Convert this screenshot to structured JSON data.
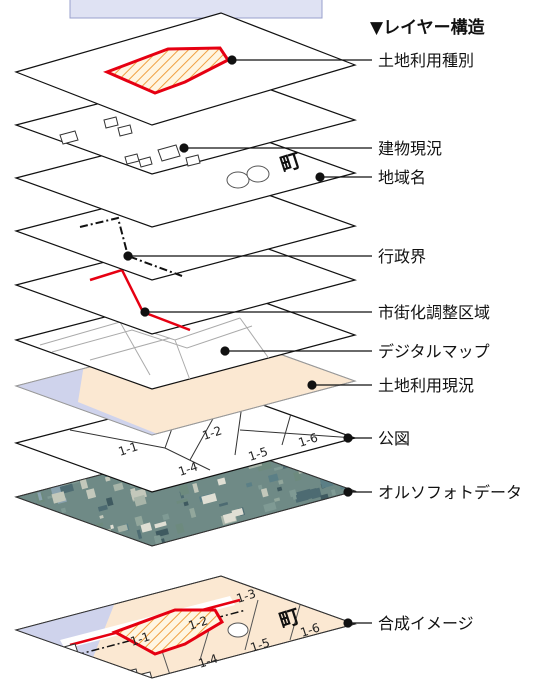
{
  "title": "▼レイヤー構造",
  "layers": [
    {
      "id": "land_use_type",
      "label": "土地利用種別"
    },
    {
      "id": "buildings",
      "label": "建物現況"
    },
    {
      "id": "place_names",
      "label": "地域名"
    },
    {
      "id": "admin_boundary",
      "label": "行政界"
    },
    {
      "id": "urbanization_area",
      "label": "市街化調整区域"
    },
    {
      "id": "digital_map",
      "label": "デジタルマップ"
    },
    {
      "id": "land_use_current",
      "label": "土地利用現況"
    },
    {
      "id": "cadastral",
      "label": "公図"
    },
    {
      "id": "orthophoto",
      "label": "オルソフォトデータ"
    },
    {
      "id": "composite",
      "label": "合成イメージ"
    }
  ],
  "place_mark": "町",
  "parcel_labels": [
    "1-1",
    "1-2",
    "1-3",
    "1-4",
    "1-5",
    "1-6"
  ],
  "colors": {
    "boundary_red": "#e60012",
    "hatch_orange": "#f0a040",
    "land_use_fill": "#fbe8d2",
    "blue_area": "#cfd3ec",
    "title_box": "#dfe2f3"
  }
}
